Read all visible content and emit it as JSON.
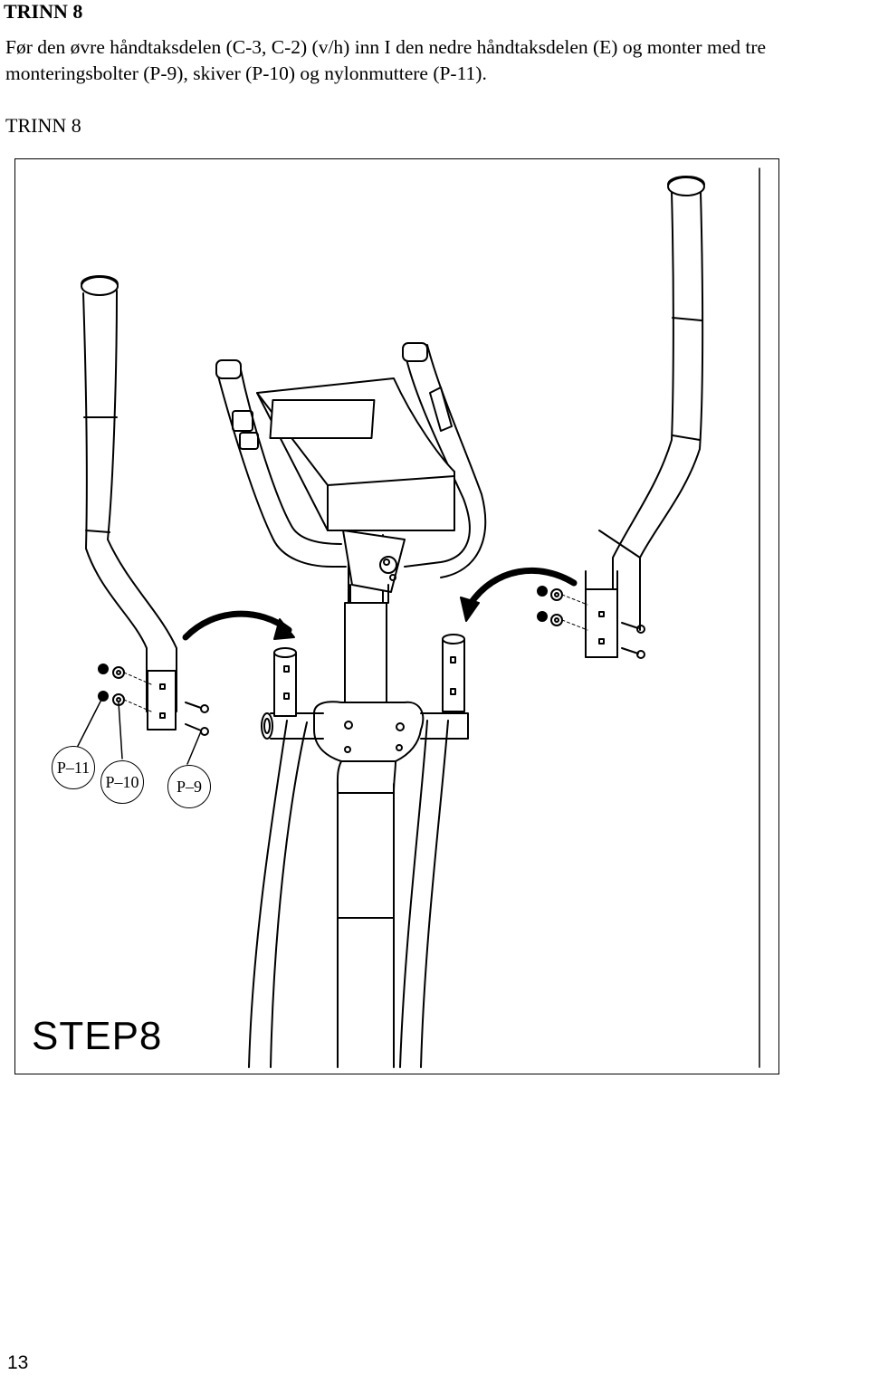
{
  "page": {
    "heading": "TRINN 8",
    "instruction": "Før den øvre håndtaksdelen (C-3, C-2) (v/h) inn I den nedre håndtaksdelen (E) og monter med tre monteringsbolter (P-9), skiver (P-10) og nylonmuttere (P-11).",
    "subheading": "TRINN 8",
    "page_number": "13"
  },
  "figure": {
    "step_label": "STEP8",
    "parts": [
      {
        "id": "p11",
        "label": "P–11"
      },
      {
        "id": "p10",
        "label": "P–10"
      },
      {
        "id": "p9",
        "label": "P–9"
      }
    ]
  }
}
